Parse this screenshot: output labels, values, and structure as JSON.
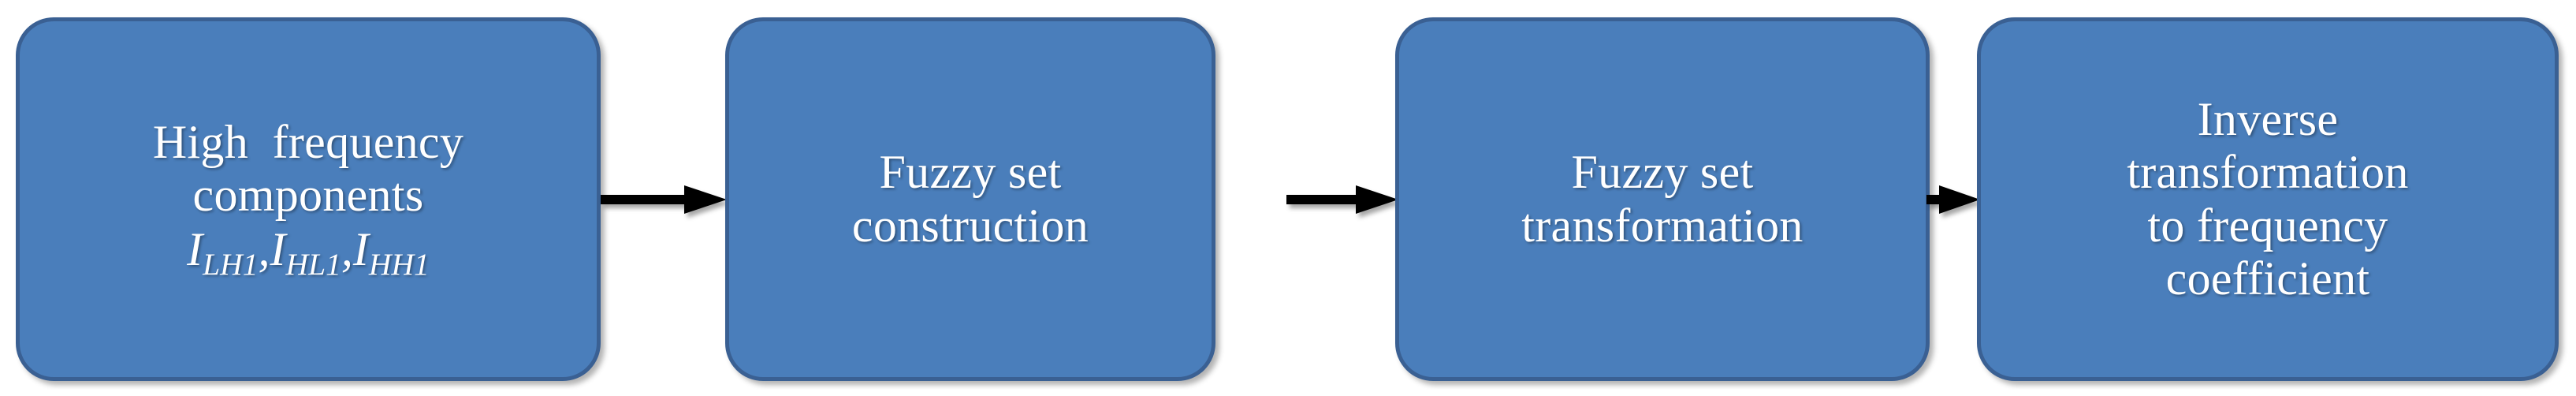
{
  "diagram": {
    "type": "flowchart",
    "orientation": "left-to-right",
    "colors": {
      "node_fill": "#4a7ebb",
      "node_border": "#3a6093",
      "node_text": "#ffffff",
      "arrow": "#000000",
      "background": "#ffffff"
    },
    "nodes": [
      {
        "id": "node-1",
        "lines": [
          "High  frequency",
          "components"
        ],
        "math": {
          "base1": "I",
          "sub1": "LH1",
          "sep1": ",",
          "base2": "I",
          "sub2": "HL1",
          "sep2": ",",
          "base3": "I",
          "sub3": "HH1"
        }
      },
      {
        "id": "node-2",
        "lines": [
          "Fuzzy set",
          "construction"
        ]
      },
      {
        "id": "node-3",
        "lines": [
          "Fuzzy set",
          "transformation"
        ]
      },
      {
        "id": "node-4",
        "lines": [
          "Inverse",
          "transformation",
          "to frequency",
          "coefficient"
        ]
      }
    ],
    "arrows": [
      {
        "id": "arrow-1",
        "from": "node-1",
        "to": "node-2",
        "direction": "right"
      },
      {
        "id": "arrow-2",
        "from": "node-2",
        "to": "node-3",
        "direction": "right"
      },
      {
        "id": "arrow-3",
        "from": "node-3",
        "to": "node-4",
        "direction": "right"
      }
    ]
  }
}
